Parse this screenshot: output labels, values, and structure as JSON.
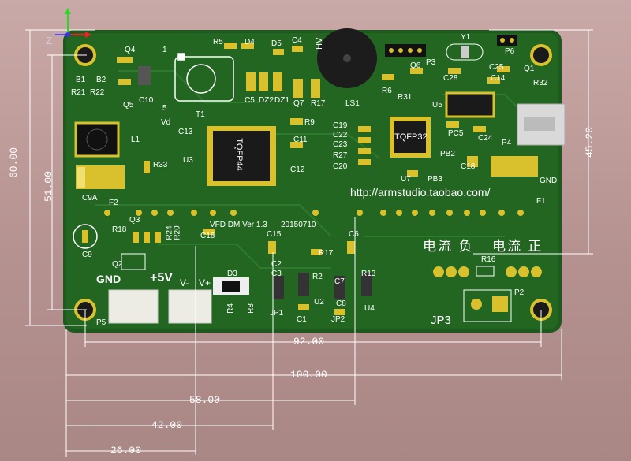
{
  "axis": {
    "z_label": "Z"
  },
  "dimensions": {
    "height_60": "60.00",
    "height_51": "51.00",
    "height_45": "45.20",
    "width_92": "92.00",
    "width_100": "100.00",
    "width_58": "58.00",
    "width_42": "42.00",
    "width_26": "26.00"
  },
  "silkscreen": {
    "url": "http://armstudio.taobao.com/",
    "version": "VFD DM Ver 1.3",
    "date": "20150710",
    "current_neg": "电流 负",
    "current_pos": "电流 正",
    "gnd": "GND",
    "plus5v": "+5V",
    "v_minus": "V-",
    "v_plus": "V+",
    "jp3": "JP3",
    "tqfp44": "TQFP44",
    "tqfp32": "TQFP32",
    "hv_plus": "HV+",
    "vd": "Vd",
    "gnd_right": "GND",
    "refs": {
      "q4": "Q4",
      "b1": "B1",
      "b2": "B2",
      "r21": "R21",
      "r22": "R22",
      "q5": "Q5",
      "c10": "C10",
      "t1": "T1",
      "r5": "R5",
      "d4": "D4",
      "d5": "D5",
      "c4": "C4",
      "c5": "C5",
      "dz2": "DZ2",
      "dz1": "DZ1",
      "q7": "Q7",
      "r17a": "R17",
      "r9": "R9",
      "c11": "C11",
      "c12": "C12",
      "c13": "C13",
      "u3": "U3",
      "l1": "L1",
      "r33": "R33",
      "c9a": "C9A",
      "f2": "F2",
      "q3": "Q3",
      "r18": "R18",
      "c9": "C9",
      "q2": "Q2",
      "c19": "C19",
      "c22": "C22",
      "c23": "C23",
      "r27": "R27",
      "c20": "C20",
      "u7": "U7",
      "pb2": "PB2",
      "pb3": "PB3",
      "c18": "C18",
      "ls1": "LS1",
      "p3": "P3",
      "r6": "R6",
      "r31": "R31",
      "c28": "C28",
      "q6": "Q6",
      "u5": "U5",
      "pc5": "PC5",
      "c24": "C24",
      "p4": "P4",
      "y1": "Y1",
      "p6": "P6",
      "c25": "C25",
      "c14": "C14",
      "q1": "Q1",
      "r32": "R32",
      "f1": "F1",
      "r16": "R16",
      "p2": "P2",
      "p5": "P5",
      "d3": "D3",
      "c16": "C16",
      "c15": "C15",
      "r17": "R17",
      "c6": "C6",
      "r13": "R13",
      "c3": "C3",
      "r2": "R2",
      "c1": "C1",
      "u2": "U2",
      "jp1": "JP1",
      "jp2": "JP2",
      "c7": "C7",
      "c8": "C8",
      "u4": "U4",
      "r24": "R24",
      "r20": "R20",
      "r4": "R4",
      "r8": "R8",
      "c2": "C2",
      "one": "1",
      "five": "5"
    }
  },
  "colors": {
    "background": "#b8999a",
    "board": "#1e5a1f",
    "pad_gold": "#d9c12e",
    "silk": "#ffffff",
    "chip": "#1a1a1a"
  }
}
